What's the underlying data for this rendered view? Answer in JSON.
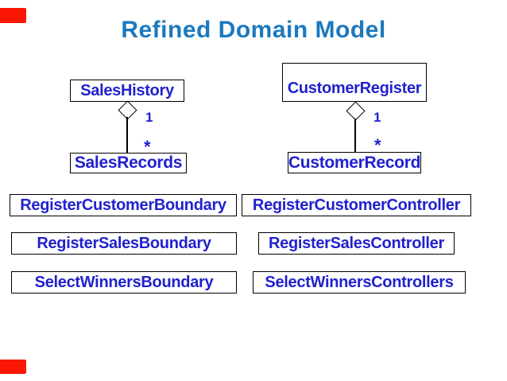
{
  "slide": {
    "title": "Refined Domain Model"
  },
  "colors": {
    "title": "#1b79be",
    "label": "#2121ce",
    "accent": "#fa1505",
    "border": "#000000"
  },
  "left_association": {
    "whole": "SalesHistory",
    "part": "SalesRecords",
    "whole_multiplicity": "1",
    "part_multiplicity": "*"
  },
  "right_association": {
    "whole": "CustomerRegister",
    "part": "CustomerRecord",
    "whole_multiplicity": "1",
    "part_multiplicity": "*"
  },
  "class_boxes": [
    {
      "label": "RegisterCustomerBoundary"
    },
    {
      "label": "RegisterCustomerController"
    },
    {
      "label": "RegisterSalesBoundary"
    },
    {
      "label": "RegisterSalesController"
    },
    {
      "label": "SelectWinnersBoundary"
    },
    {
      "label": "SelectWinnersControllers"
    }
  ]
}
